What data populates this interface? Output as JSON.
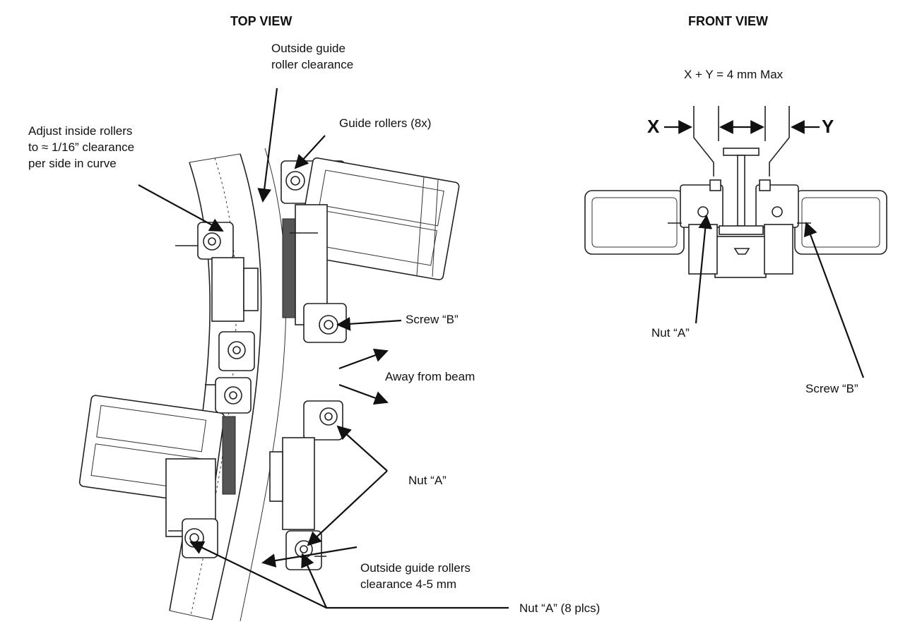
{
  "titles": {
    "top_view": "TOP VIEW",
    "front_view": "FRONT VIEW"
  },
  "labels": {
    "outside_guide_roller_clearance": [
      "Outside guide",
      "roller clearance"
    ],
    "adjust_inside_rollers": [
      "Adjust inside rollers",
      "to ≈ 1/16” clearance",
      "per side in curve"
    ],
    "guide_rollers": "Guide rollers (8x)",
    "screw_b_top": "Screw “B”",
    "away_from_beam": "Away from beam",
    "nut_a_top": "Nut “A”",
    "outside_guide_rollers_clearance": [
      "Outside guide rollers",
      "clearance 4-5 mm"
    ],
    "nut_a_8plcs": "Nut “A” (8 plcs)",
    "x_plus_y": "X + Y = 4 mm Max",
    "x": "X",
    "y": "Y",
    "nut_a_front": "Nut “A”",
    "screw_b_front": "Screw “B”"
  }
}
